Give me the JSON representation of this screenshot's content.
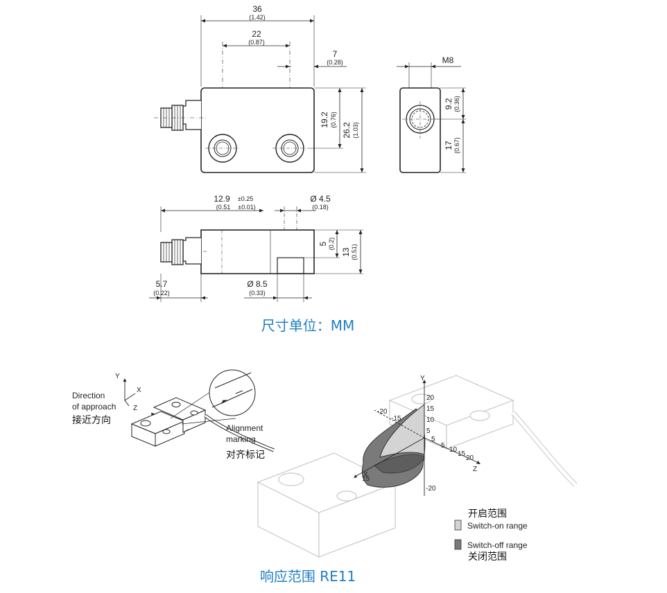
{
  "dimension_drawing": {
    "top_view": {
      "width": "36",
      "width_in": "(1.42)",
      "hole_spacing": "22",
      "hole_spacing_in": "(0.87)",
      "edge_offset": "7",
      "edge_offset_in": "(0.28)",
      "hole_height": "19.2",
      "hole_height_in": "(0.76)",
      "height": "26.2",
      "height_in": "(1.03)"
    },
    "end_view": {
      "thread": "M8",
      "thread_center": "9.2",
      "thread_center_in": "(0.36)",
      "height": "17",
      "height_in": "(0.67)"
    },
    "side_view": {
      "length": "12.9",
      "length_tol": "±0.25",
      "length_in": "(0.51",
      "length_in_tol": "±0.01)",
      "hole_dia": "Ø 4.5",
      "hole_dia_in": "(0.18)",
      "depth": "5",
      "depth_in": "(0.2)",
      "thickness": "13",
      "thickness_in": "(0.51)",
      "connector": "5.7",
      "connector_in": "(0.22)",
      "counterbore": "Ø 8.5",
      "counterbore_in": "(0.33)"
    },
    "caption": "尺寸单位：MM"
  },
  "response_diagram": {
    "axes": {
      "y": "Y",
      "x": "X",
      "z": "Z"
    },
    "direction_label_1": "Direction",
    "direction_label_2": "of approach",
    "direction_label_cn": "接近方向",
    "alignment_label_1": "Alignment",
    "alignment_label_2": "marking",
    "alignment_label_cn": "对齐标记",
    "y_ticks": [
      "20",
      "15",
      "10",
      "5",
      "5",
      "-20"
    ],
    "z_ticks": [
      "5",
      "10",
      "15",
      "20"
    ],
    "x_ticks": [
      "-20",
      "-15",
      "15"
    ],
    "legend": {
      "on_cn": "开启范围",
      "on_en": "Switch-on range",
      "off_en": "Switch-off range",
      "off_cn": "关闭范围",
      "on_color": "#d4d4d4",
      "off_color": "#7a7a7a"
    },
    "caption": "响应范围 RE11"
  }
}
